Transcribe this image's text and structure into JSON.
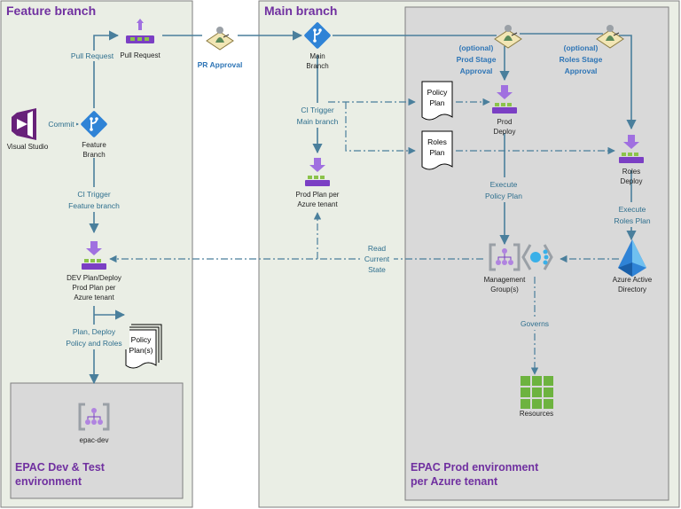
{
  "lanes": {
    "feature": "Feature branch",
    "main": "Main branch"
  },
  "environments": {
    "dev": [
      "EPAC Dev & Test",
      "environment"
    ],
    "prod": [
      "EPAC Prod environment",
      "per Azure tenant"
    ]
  },
  "nodes": {
    "pull_request": "Pull Request",
    "pr_approval": "PR Approval",
    "visual_studio": "Visual Studio",
    "feature_branch": [
      "Feature",
      "Branch"
    ],
    "main_branch": [
      "Main",
      "Branch"
    ],
    "prod_plan": [
      "Prod Plan per",
      "Azure tenant"
    ],
    "dev_plan": [
      "DEV Plan/Deploy",
      "Prod Plan per",
      "Azure tenant"
    ],
    "epac_dev": "epac-dev",
    "prod_approval": [
      "(optional)",
      "Prod Stage",
      "Approval"
    ],
    "roles_approval": [
      "(optional)",
      "Roles Stage",
      "Approval"
    ],
    "prod_deploy": [
      "Prod",
      "Deploy"
    ],
    "roles_deploy": [
      "Roles",
      "Deploy"
    ],
    "management_groups": [
      "Management",
      "Group(s)"
    ],
    "azure_ad": [
      "Azure Active",
      "Directory"
    ],
    "resources": "Resources"
  },
  "documents": {
    "policy_plan": [
      "Policy",
      "Plan"
    ],
    "roles_plan": [
      "Roles",
      "Plan"
    ],
    "policy_plans": [
      "Policy",
      "Plan(s)"
    ]
  },
  "edge_labels": {
    "pull_request": "Pull Request",
    "commit": "Commit",
    "ci_trigger_feature": [
      "CI Trigger",
      "Feature branch"
    ],
    "ci_trigger_main": [
      "CI Trigger",
      "Main branch"
    ],
    "plan_deploy": [
      "Plan, Deploy",
      "Policy and Roles"
    ],
    "execute_policy": [
      "Execute",
      "Policy Plan"
    ],
    "execute_roles": [
      "Execute",
      "Roles Plan"
    ],
    "read_state": [
      "Read",
      "Current",
      "State"
    ],
    "governs": "Governs"
  },
  "colors": {
    "lane_fill": "#eaeee5",
    "env_fill": "#d9d9d9",
    "title": "#7030a0",
    "edge": "#4a7f9c",
    "pipeline": "#7b3fc4",
    "pipeline_top": "#8bc34a"
  }
}
